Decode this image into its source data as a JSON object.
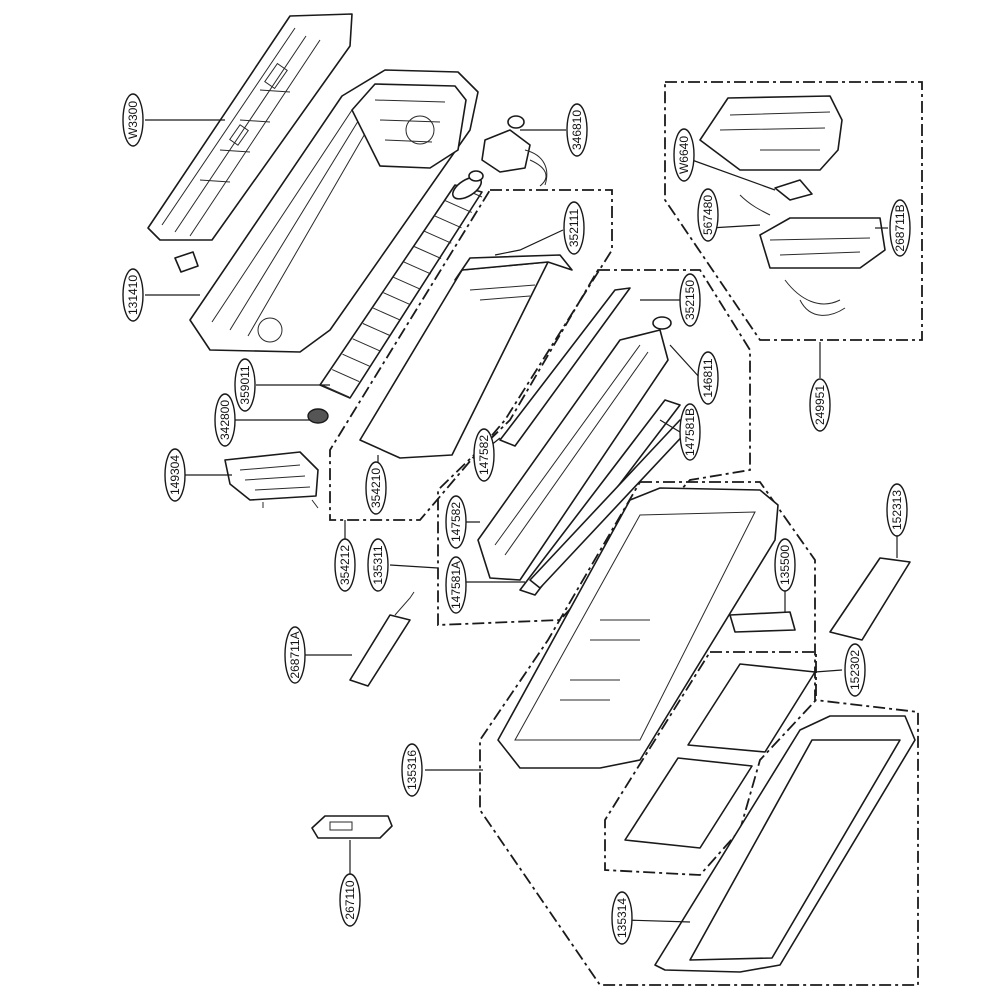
{
  "labels": {
    "w3300": "W3300",
    "p131410": "131410",
    "p359011": "359011",
    "p342800": "342800",
    "p149304": "149304",
    "p346810": "346810",
    "p352111": "352111",
    "p354210": "354210",
    "p354212": "354212",
    "p135311": "135311",
    "p352150": "352150",
    "p146811": "146811",
    "p147581b": "147581B",
    "p147582": "147582",
    "p147582b": "147582",
    "p147581a": "147581A",
    "w6640": "W6640",
    "p567480": "567480",
    "p268711b": "268711B",
    "p249951": "249951",
    "p268711a": "268711A",
    "p152313": "152313",
    "p135500": "135500",
    "p152302": "152302",
    "p135316": "135316",
    "p267110": "267110",
    "p135314": "135314"
  }
}
